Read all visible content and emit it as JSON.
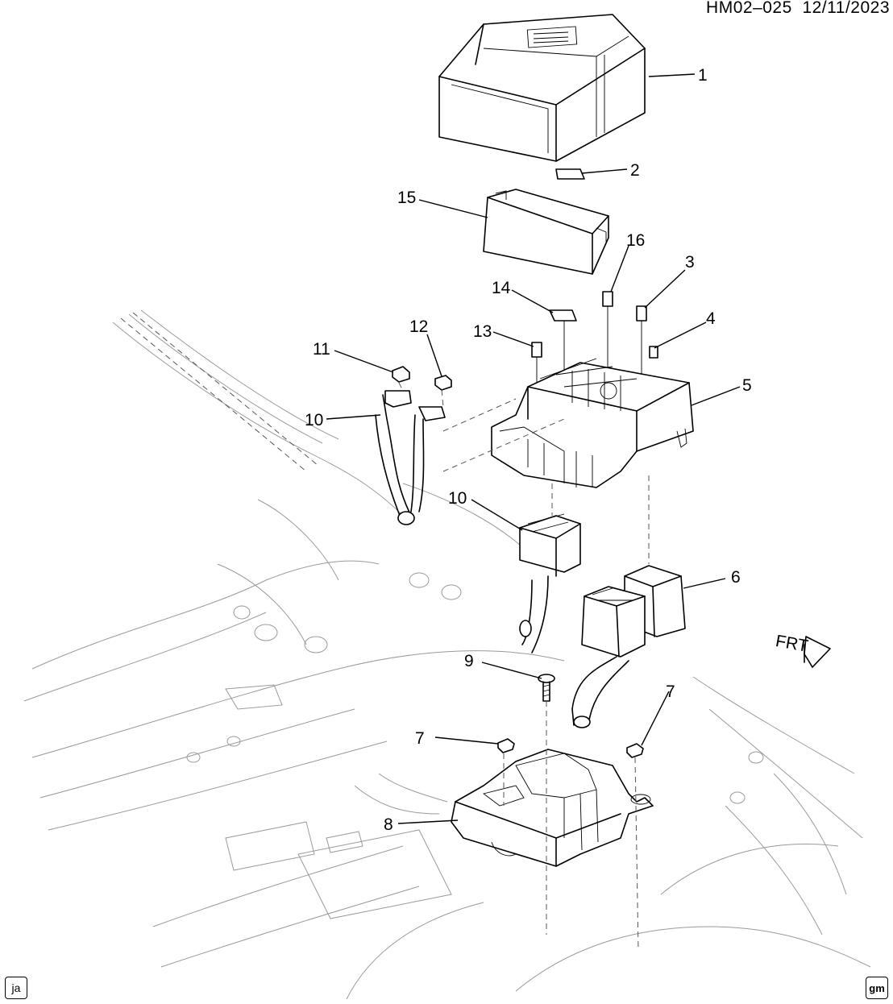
{
  "header": {
    "drawing_id": "HM02–025",
    "date": "12/11/2023"
  },
  "footer": {
    "left_badge": "ja",
    "right_badge": "gm"
  },
  "callouts": {
    "c1": "1",
    "c2": "2",
    "c3": "3",
    "c4": "4",
    "c5": "5",
    "c6": "6",
    "c7a": "7",
    "c7b": "7",
    "c8": "8",
    "c9": "9",
    "c10a": "10",
    "c10b": "10",
    "c11": "11",
    "c12": "12",
    "c13": "13",
    "c14": "14",
    "c15": "15",
    "c16": "16"
  },
  "direction_label": "FRT"
}
